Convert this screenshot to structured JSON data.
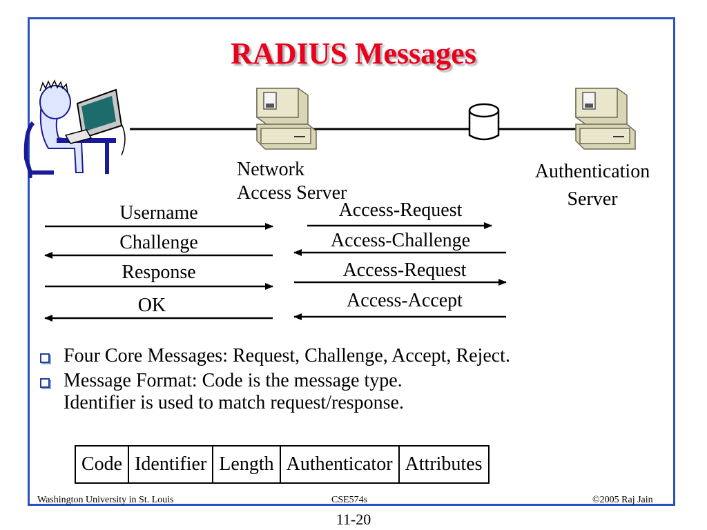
{
  "title": "RADIUS Messages",
  "nodes": {
    "nas": {
      "line1": "Network",
      "line2": "Access Server"
    },
    "auth": {
      "line1": "Authentication",
      "line2": "Server"
    }
  },
  "left_messages": [
    "Username",
    "Challenge",
    "Response",
    "OK"
  ],
  "right_messages": [
    "Access-Request",
    "Access-Challenge",
    "Access-Request",
    "Access-Accept"
  ],
  "bullets": [
    "Four Core Messages:  Request, Challenge, Accept, Reject.",
    "Message Format: Code is the message type.",
    "Identifier is used to match request/response."
  ],
  "fields": [
    "Code",
    "Identifier",
    "Length",
    "Authenticator",
    "Attributes"
  ],
  "footer": {
    "left": "Washington University in St. Louis",
    "center": "CSE574s",
    "right": "©2005 Raj Jain",
    "page": "11-20"
  },
  "colors": {
    "title": "#e8001c",
    "frame": "#2a52be",
    "bullet": "#1f3f9e"
  },
  "icons": [
    "user-at-computer-icon",
    "server-computer-icon",
    "database-icon"
  ]
}
